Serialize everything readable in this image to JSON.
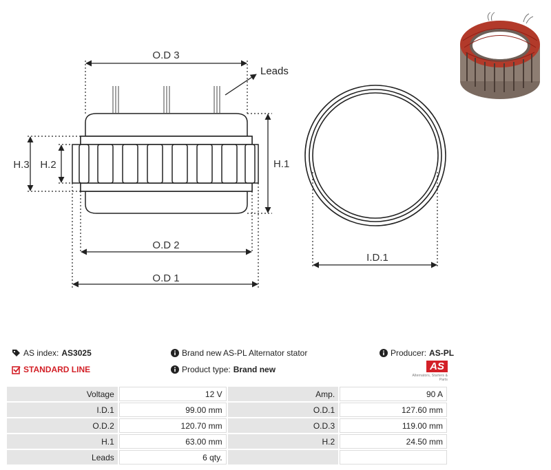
{
  "diagram": {
    "labels": {
      "od3": "O.D 3",
      "leads": "Leads",
      "h3": "H.3",
      "h2": "H.2",
      "h1": "H.1",
      "od2": "O.D 2",
      "od1": "O.D 1",
      "id1": "I.D.1"
    }
  },
  "info": {
    "as_index_label": "AS index:",
    "as_index_value": "AS3025",
    "line": "STANDARD LINE",
    "description": "Brand new AS-PL Alternator stator",
    "product_type_label": "Product type:",
    "product_type_value": "Brand new",
    "producer_label": "Producer:",
    "producer_value": "AS-PL",
    "logo_text": "AS",
    "logo_tagline": "Alternators, Starters & Parts"
  },
  "specs": [
    {
      "label1": "Voltage",
      "value1": "12 V",
      "label2": "Amp.",
      "value2": "90 A"
    },
    {
      "label1": "I.D.1",
      "value1": "99.00 mm",
      "label2": "O.D.1",
      "value2": "127.60 mm"
    },
    {
      "label1": "O.D.2",
      "value1": "120.70 mm",
      "label2": "O.D.3",
      "value2": "119.00 mm"
    },
    {
      "label1": "H.1",
      "value1": "63.00 mm",
      "label2": "H.2",
      "value2": "24.50 mm"
    },
    {
      "label1": "Leads",
      "value1": "6 qty.",
      "label2": "",
      "value2": ""
    }
  ],
  "colors": {
    "accent": "#d32027",
    "label_bg": "#e5e5e5",
    "line": "#222222",
    "copper": "#b23a2a"
  },
  "icons": [
    "tag-icon",
    "check-square-icon",
    "info-icon"
  ]
}
